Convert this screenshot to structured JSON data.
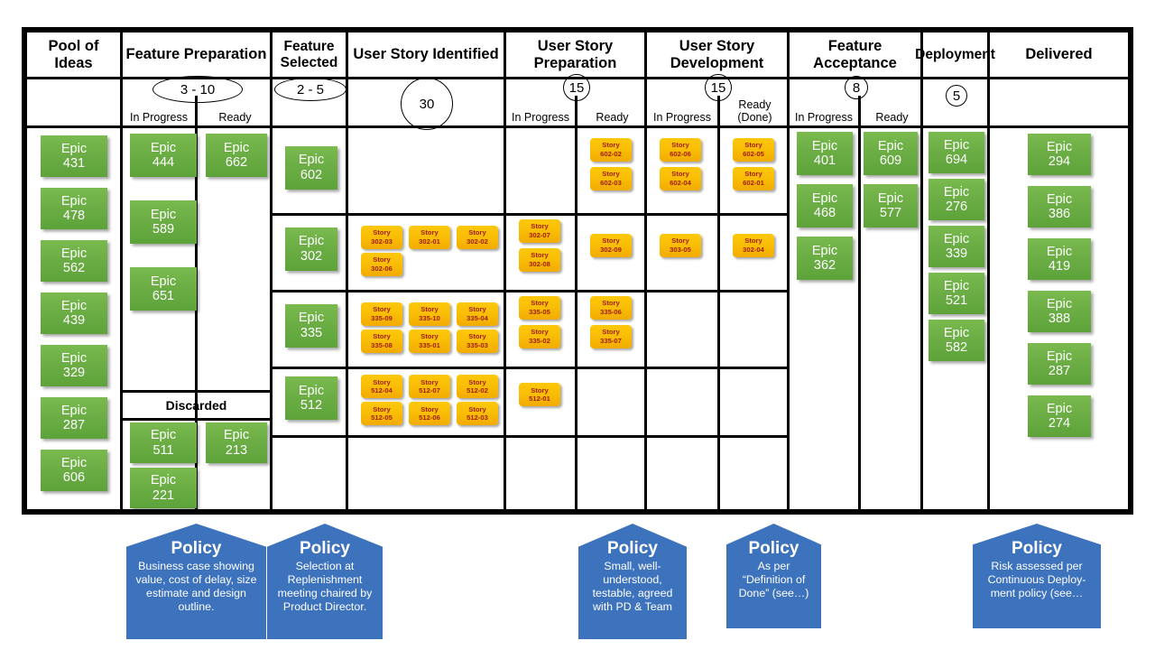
{
  "board": {
    "columns": [
      {
        "title": "Pool of Ideas",
        "wip": null,
        "sublanes": []
      },
      {
        "title": "Feature Preparation",
        "wip": "3 - 10",
        "wip_shape": "ellipse",
        "sublanes": [
          "In Progress",
          "Ready"
        ],
        "discarded_label": "Discarded"
      },
      {
        "title": "Feature Selected",
        "wip": "2 - 5",
        "wip_shape": "ellipse",
        "sublanes": []
      },
      {
        "title": "User Story Identified",
        "wip": "30",
        "wip_shape": "circle",
        "sublanes": []
      },
      {
        "title": "User Story Preparation",
        "wip": "15",
        "wip_shape": "circle",
        "sublanes": [
          "In Progress",
          "Ready"
        ]
      },
      {
        "title": "User Story Development",
        "wip": "15",
        "wip_shape": "circle",
        "sublanes": [
          "In Progress",
          "Ready (Done)"
        ]
      },
      {
        "title": "Feature Acceptance",
        "wip": "8",
        "wip_shape": "circle",
        "sublanes": [
          "In Progress",
          "Ready"
        ]
      },
      {
        "title": "Deployment",
        "wip": "5",
        "wip_shape": "circle",
        "sublanes": []
      },
      {
        "title": "Delivered",
        "wip": null,
        "sublanes": []
      }
    ]
  },
  "pool_of_ideas": {
    "epics": [
      "Epic 431",
      "Epic 478",
      "Epic 562",
      "Epic 439",
      "Epic 329",
      "Epic 287",
      "Epic 606"
    ]
  },
  "feature_preparation": {
    "in_progress": [
      "Epic 444",
      "Epic 589",
      "Epic 651"
    ],
    "ready": [
      "Epic 662"
    ],
    "discarded_in_progress": [
      "Epic 511",
      "Epic 221"
    ],
    "discarded_ready": [
      "Epic 213"
    ]
  },
  "feature_selected": {
    "lanes": [
      "Epic 602",
      "Epic 302",
      "Epic 335",
      "Epic 512",
      ""
    ]
  },
  "user_story_identified": {
    "lanes": [
      [],
      [
        "Story 302-03",
        "Story 302-01",
        "Story 302-02",
        "Story 302-06"
      ],
      [
        "Story 335-09",
        "Story 335-10",
        "Story 335-04",
        "Story 335-08",
        "Story 335-01",
        "Story 335-03"
      ],
      [
        "Story 512-04",
        "Story 512-07",
        "Story 512-02",
        "Story 512-05",
        "Story 512-06",
        "Story 512-03"
      ],
      []
    ]
  },
  "user_story_preparation": {
    "in_progress": [
      [],
      [
        "Story 302-07",
        "Story 302-08"
      ],
      [
        "Story 335-05",
        "Story 335-02"
      ],
      [
        "Story 512-01"
      ],
      []
    ],
    "ready": [
      [
        "Story 602-02",
        "Story 602-03"
      ],
      [
        "Story 302-09"
      ],
      [
        "Story 335-06",
        "Story 335-07"
      ],
      [],
      []
    ]
  },
  "user_story_development": {
    "in_progress": [
      [
        "Story 602-06",
        "Story 602-04"
      ],
      [
        "Story 303-05"
      ],
      [],
      [],
      []
    ],
    "ready": [
      [
        "Story 602-05",
        "Story 602-01"
      ],
      [
        "Story 302-04"
      ],
      [],
      [],
      []
    ]
  },
  "feature_acceptance": {
    "in_progress": [
      "Epic 401",
      "Epic 468",
      "Epic 362"
    ],
    "ready": [
      "Epic 609",
      "Epic 577"
    ]
  },
  "deployment": {
    "epics": [
      "Epic 694",
      "Epic 276",
      "Epic 339",
      "Epic 521",
      "Epic 582"
    ]
  },
  "delivered": {
    "epics": [
      "Epic 294",
      "Epic 386",
      "Epic 419",
      "Epic 388",
      "Epic 287",
      "Epic 274"
    ]
  },
  "policies": [
    {
      "title": "Policy",
      "body": "Business case showing value, cost of delay, size estimate and design outline."
    },
    {
      "title": "Policy",
      "body": "Selection at Replenishment meeting chaired by Product Director."
    },
    {
      "title": "Policy",
      "body": "Small, well-understood, testable, agreed with PD & Team"
    },
    {
      "title": "Policy",
      "body": "As per “Definition of Done” (see…)"
    },
    {
      "title": "Policy",
      "body": "Risk assessed per Continuous Deploy-ment policy (see…"
    }
  ],
  "colors": {
    "epic_card": "#6cae45",
    "story_card": "#f9bd06",
    "story_text": "#9e1b10",
    "policy": "#3d72bd",
    "border": "#000000"
  }
}
